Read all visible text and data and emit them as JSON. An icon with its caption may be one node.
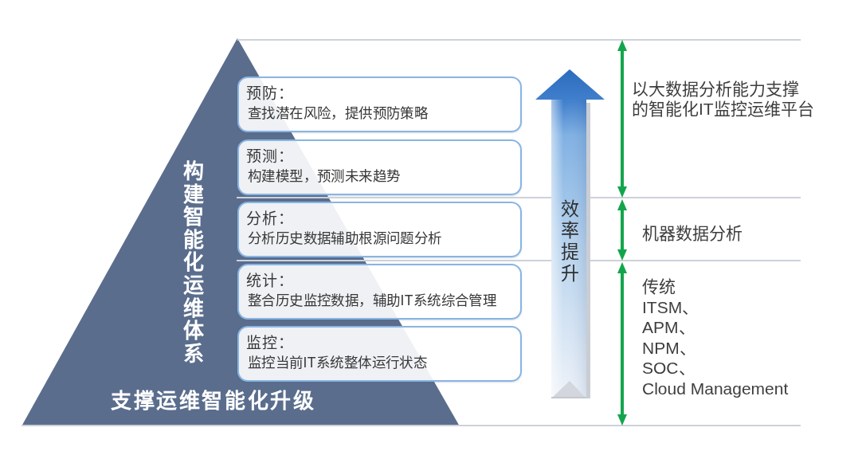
{
  "diagram": {
    "nodes": [
      {
        "text": [
          "构建智能化运维体系",
          "支撑运维智能化升级"
        ]
      },
      {
        "text": [
          "预防：",
          "查找潜在风险，提供预防策略"
        ]
      },
      {
        "text": [
          "预测：",
          "构建模型，预测未来趋势"
        ]
      },
      {
        "text": [
          "分析：",
          "分析历史数据辅助根源问题分析"
        ]
      },
      {
        "text": [
          "统计：",
          "整合历史监控数据，辅助IT系统综合管理"
        ]
      },
      {
        "text": [
          "监控：",
          "监控当前IT系统整体运行状态"
        ]
      },
      {
        "text": [
          "效率提升"
        ]
      }
    ],
    "labels": [
      "以大数据分析能力支撑的智能化IT监控运维平台",
      "机器数据分析",
      "传统",
      "ITSM、",
      "APM、",
      "NPM、",
      "SOC、",
      "Cloud Management"
    ]
  }
}
